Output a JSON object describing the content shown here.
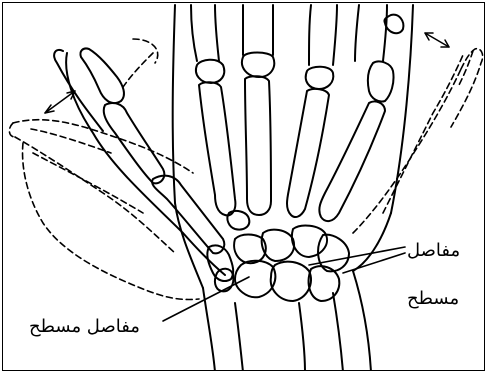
{
  "labels": {
    "right_line1": "مفاصل",
    "right_line2": "مسطح",
    "left": "مفاصل مسطح"
  },
  "colors": {
    "ink": "#000000",
    "background": "#ffffff"
  }
}
